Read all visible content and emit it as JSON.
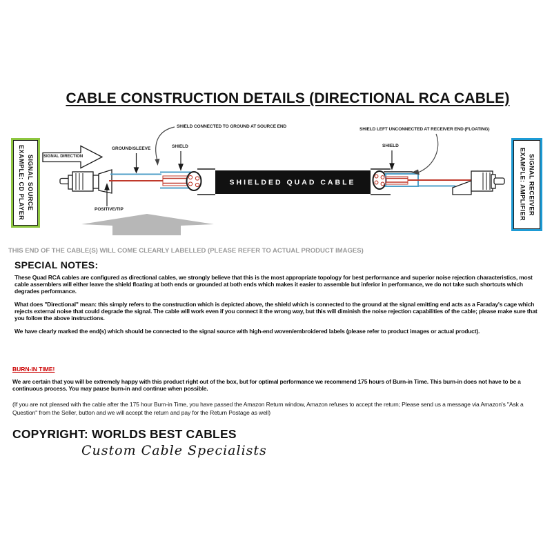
{
  "title": "CABLE CONSTRUCTION DETAILS (DIRECTIONAL RCA CABLE)",
  "diagram": {
    "source_box": {
      "line1": "SIGNAL SOURCE",
      "line2": "EXAMPLE: CD PLAYER",
      "border_color": "#8dc63f"
    },
    "receiver_box": {
      "line1": "SIGNAL RECEIVER",
      "line2": "EXAMPLE: AMPLIFIER",
      "border_color": "#1d9bd5"
    },
    "annotations": {
      "signal_direction": "SIGNAL DIRECTION",
      "callout_source": "SHIELD CONNECTED TO GROUND AT SOURCE END",
      "callout_receiver": "SHIELD LEFT UNCONNECTED AT RECEIVER END (FLOATING)",
      "ground_sleeve": "GROUND/SLEEVE",
      "shield_source": "SHIELD",
      "shield_receiver": "SHIELD",
      "positive_tip": "POSITIVE/TIP"
    },
    "cable_label": "SHIELDED QUAD CABLE",
    "colors": {
      "wire_red": "#c0392b",
      "wire_blue": "#4f9fc8",
      "cable_black": "#111111",
      "arrow_gray": "#b7b7b7"
    }
  },
  "labelled_note": "THIS END OF THE CABLE(S) WILL COME CLEARLY LABELLED (PLEASE REFER TO ACTUAL PRODUCT IMAGES)",
  "special_notes": {
    "heading": "SPECIAL NOTES:",
    "para1": "These Quad RCA cables are configured as directional cables, we strongly believe that this is the most appropriate topology for best performance and superior noise rejection characteristics, most cable assemblers will either leave the shield floating at both ends or grounded at both ends which makes it easier to assemble but inferior in performance, we do not take such shortcuts which degrades performance.",
    "para2": "What does \"Directional\" mean: this simply refers to the construction which is depicted above, the shield which is connected to the ground at the signal emitting end acts as a Faraday's cage which rejects external noise that could degrade the signal. The cable will work even if you connect it the wrong way, but this will diminish the noise rejection capabilities of the cable; please make sure that you follow the above instructions.",
    "para3": "We have clearly marked the end(s) which should be connected to the signal source with high-end woven/embroidered labels (please refer to product images or actual product)."
  },
  "burn_in": {
    "heading": "BURN-IN TIME!",
    "heading_color": "#cc0000",
    "para": "We are certain that you will be extremely happy with this product right out of the box, but for optimal performance we recommend 175 hours of Burn-in Time. This burn-in does not have to be a continuous process. You may pause burn-in and continue when possible.",
    "return_note": "(If you are not pleased with the cable after the 175 hour Burn-in Time, you have passed the Amazon Return window, Amazon refuses to accept the return; Please send us a message via Amazon's \"Ask a Question\" from the Seller, button and we will accept the return and pay for the Return Postage as well)"
  },
  "footer": {
    "copyright": "COPYRIGHT: WORLDS BEST CABLES",
    "tagline": "Custom Cable Specialists"
  }
}
